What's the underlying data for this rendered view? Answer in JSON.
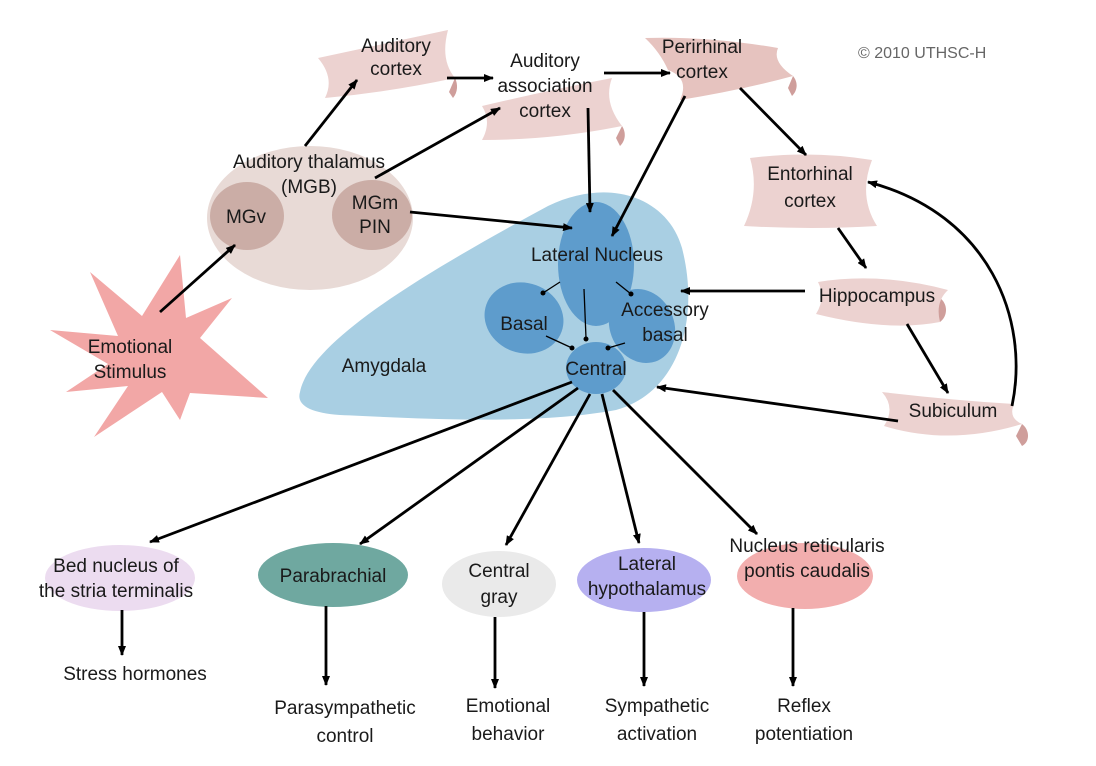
{
  "copyright": "© 2010 UTHSC-H",
  "nodes": {
    "auditory_cortex": [
      "Auditory",
      "cortex"
    ],
    "auditory_association_cortex": [
      "Auditory",
      "association",
      "cortex"
    ],
    "perirhinal_cortex": [
      "Perirhinal",
      "cortex"
    ],
    "auditory_thalamus": [
      "Auditory thalamus",
      "(MGB)"
    ],
    "mgv": [
      "MGv"
    ],
    "mgm_pin": [
      "MGm",
      "PIN"
    ],
    "entorhinal_cortex": [
      "Entorhinal",
      "cortex"
    ],
    "hippocampus": [
      "Hippocampus"
    ],
    "subiculum": [
      "Subiculum"
    ],
    "emotional_stimulus": [
      "Emotional",
      "Stimulus"
    ],
    "amygdala": [
      "Amygdala"
    ],
    "lateral_nucleus": [
      "Lateral Nucleus"
    ],
    "basal": [
      "Basal"
    ],
    "accessory_basal": [
      "Accessory",
      "basal"
    ],
    "central": [
      "Central"
    ],
    "bed_nucleus": [
      "Bed nucleus of",
      "the stria terminalis"
    ],
    "parabrachial": [
      "Parabrachial"
    ],
    "central_gray": [
      "Central",
      "gray"
    ],
    "lateral_hypothalamus": [
      "Lateral",
      "hypothalamus"
    ],
    "nucleus_reticularis": [
      "Nucleus reticularis",
      "pontis caudalis"
    ],
    "stress_hormones": [
      "Stress hormones"
    ],
    "parasympathetic_control": [
      "Parasympathetic",
      "control"
    ],
    "emotional_behavior": [
      "Emotional",
      "behavior"
    ],
    "sympathetic_activation": [
      "Sympathetic",
      "activation"
    ],
    "reflex_potentiation": [
      "Reflex",
      "potentiation"
    ]
  },
  "edges": [
    [
      "emotional_stimulus",
      "auditory_thalamus"
    ],
    [
      "auditory_thalamus",
      "auditory_cortex"
    ],
    [
      "auditory_cortex",
      "auditory_association_cortex"
    ],
    [
      "auditory_association_cortex",
      "perirhinal_cortex"
    ],
    [
      "mgm_pin",
      "auditory_association_cortex"
    ],
    [
      "mgm_pin",
      "lateral_nucleus"
    ],
    [
      "auditory_association_cortex",
      "lateral_nucleus"
    ],
    [
      "perirhinal_cortex",
      "lateral_nucleus"
    ],
    [
      "perirhinal_cortex",
      "entorhinal_cortex"
    ],
    [
      "entorhinal_cortex",
      "hippocampus"
    ],
    [
      "hippocampus",
      "lateral_nucleus"
    ],
    [
      "hippocampus",
      "subiculum"
    ],
    [
      "subiculum",
      "entorhinal_cortex"
    ],
    [
      "subiculum",
      "central"
    ],
    [
      "lateral_nucleus",
      "basal"
    ],
    [
      "lateral_nucleus",
      "accessory_basal"
    ],
    [
      "lateral_nucleus",
      "central"
    ],
    [
      "basal",
      "central"
    ],
    [
      "accessory_basal",
      "central"
    ],
    [
      "central",
      "bed_nucleus"
    ],
    [
      "central",
      "parabrachial"
    ],
    [
      "central",
      "central_gray"
    ],
    [
      "central",
      "lateral_hypothalamus"
    ],
    [
      "central",
      "nucleus_reticularis"
    ],
    [
      "bed_nucleus",
      "stress_hormones"
    ],
    [
      "parabrachial",
      "parasympathetic_control"
    ],
    [
      "central_gray",
      "emotional_behavior"
    ],
    [
      "lateral_hypothalamus",
      "sympathetic_activation"
    ],
    [
      "nucleus_reticularis",
      "reflex_potentiation"
    ]
  ],
  "colors": {
    "cortex_fill": "#ecd2d0",
    "cortex_side": "#cf9e9b",
    "perirhinal_fill": "#e6c3bf",
    "thalamus_fill": "#e8dad6",
    "thalamus_subnucleus": "#cbada6",
    "amygdala_fill": "#a9cfe3",
    "nucleus_fill": "#5e9ccc",
    "stimulus_fill": "#f2a7a6",
    "bed_nucleus_fill": "#ecdcf0",
    "parabrachial_fill": "#6fa8a0",
    "central_gray_fill": "#eaeaea",
    "lateral_hypothalamus_fill": "#b6b0f0",
    "nucleus_reticularis_fill": "#f2aeae",
    "arrow": "#000000"
  }
}
